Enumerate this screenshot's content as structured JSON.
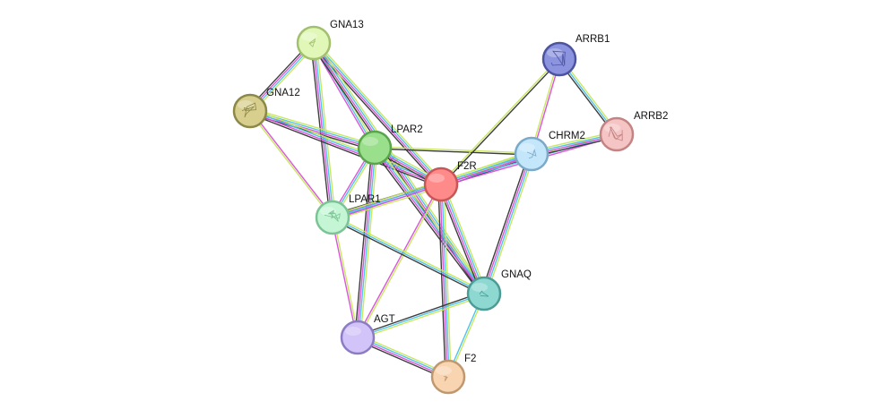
{
  "network": {
    "nodes": [
      {
        "id": "F2R",
        "label": "F2R",
        "fill": "#ff8a8a",
        "stroke": "#c85656",
        "glyph": "none"
      },
      {
        "id": "GNA13",
        "label": "GNA13",
        "fill": "#e0f7b8",
        "stroke": "#a2c06e",
        "glyph": "small"
      },
      {
        "id": "GNA12",
        "label": "GNA12",
        "fill": "#d8cf8e",
        "stroke": "#8c8848",
        "glyph": "dense"
      },
      {
        "id": "LPAR2",
        "label": "LPAR2",
        "fill": "#9ae08c",
        "stroke": "#5aa44c",
        "glyph": "none"
      },
      {
        "id": "LPAR1",
        "label": "LPAR1",
        "fill": "#c4f5d4",
        "stroke": "#7cc496",
        "glyph": "dense"
      },
      {
        "id": "CHRM2",
        "label": "CHRM2",
        "fill": "#c4e6fb",
        "stroke": "#7aaac8",
        "glyph": "small"
      },
      {
        "id": "ARRB1",
        "label": "ARRB1",
        "fill": "#8c94e0",
        "stroke": "#4c54a0",
        "glyph": "dense"
      },
      {
        "id": "ARRB2",
        "label": "ARRB2",
        "fill": "#f5c4c4",
        "stroke": "#c48484",
        "glyph": "dense"
      },
      {
        "id": "GNAQ",
        "label": "GNAQ",
        "fill": "#8ed8d2",
        "stroke": "#4c9c96",
        "glyph": "small"
      },
      {
        "id": "AGT",
        "label": "AGT",
        "fill": "#d2c4f8",
        "stroke": "#8c7cc4",
        "glyph": "none"
      },
      {
        "id": "F2",
        "label": "F2",
        "fill": "#f8d4b0",
        "stroke": "#c09870",
        "glyph": "small"
      }
    ],
    "edges": [
      {
        "source": "GNA13",
        "target": "GNA12",
        "colors": [
          "#c6e65a",
          "#48c0e8",
          "#d84cd8",
          "#333333"
        ]
      },
      {
        "source": "GNA13",
        "target": "LPAR2",
        "colors": [
          "#c6e65a",
          "#48c0e8",
          "#d84cd8"
        ]
      },
      {
        "source": "GNA13",
        "target": "LPAR1",
        "colors": [
          "#c6e65a",
          "#48c0e8",
          "#d84cd8",
          "#333333"
        ]
      },
      {
        "source": "GNA13",
        "target": "F2R",
        "colors": [
          "#c6e65a",
          "#48c0e8",
          "#d84cd8",
          "#333333"
        ]
      },
      {
        "source": "GNA13",
        "target": "GNAQ",
        "colors": [
          "#c6e65a",
          "#48c0e8",
          "#d84cd8",
          "#333333"
        ]
      },
      {
        "source": "GNA12",
        "target": "LPAR2",
        "colors": [
          "#c6e65a",
          "#48c0e8",
          "#d84cd8",
          "#333333"
        ]
      },
      {
        "source": "GNA12",
        "target": "LPAR1",
        "colors": [
          "#d84cd8",
          "#c6e65a"
        ]
      },
      {
        "source": "GNA12",
        "target": "F2R",
        "colors": [
          "#c6e65a",
          "#48c0e8",
          "#d84cd8",
          "#333333"
        ]
      },
      {
        "source": "LPAR2",
        "target": "F2R",
        "colors": [
          "#c6e65a",
          "#48c0e8",
          "#d84cd8",
          "#333333"
        ]
      },
      {
        "source": "LPAR2",
        "target": "LPAR1",
        "colors": [
          "#c6e65a",
          "#48c0e8",
          "#d84cd8"
        ]
      },
      {
        "source": "LPAR2",
        "target": "CHRM2",
        "colors": [
          "#c6e65a",
          "#333333"
        ]
      },
      {
        "source": "LPAR2",
        "target": "GNAQ",
        "colors": [
          "#c6e65a",
          "#48c0e8",
          "#d84cd8",
          "#333333"
        ]
      },
      {
        "source": "LPAR2",
        "target": "AGT",
        "colors": [
          "#c6e65a",
          "#48c0e8",
          "#d84cd8",
          "#333333"
        ]
      },
      {
        "source": "F2R",
        "target": "LPAR1",
        "colors": [
          "#c6e65a",
          "#48c0e8",
          "#d84cd8",
          "#333333"
        ]
      },
      {
        "source": "F2R",
        "target": "CHRM2",
        "colors": [
          "#c6e65a",
          "#48c0e8",
          "#d84cd8",
          "#333333"
        ]
      },
      {
        "source": "F2R",
        "target": "ARRB1",
        "colors": [
          "#c6e65a",
          "#333333"
        ]
      },
      {
        "source": "F2R",
        "target": "ARRB2",
        "colors": [
          "#c6e65a",
          "#48c0e8",
          "#d84cd8"
        ]
      },
      {
        "source": "F2R",
        "target": "GNAQ",
        "colors": [
          "#c6e65a",
          "#48c0e8",
          "#d84cd8",
          "#333333"
        ]
      },
      {
        "source": "F2R",
        "target": "AGT",
        "colors": [
          "#c6e65a",
          "#d84cd8"
        ]
      },
      {
        "source": "F2R",
        "target": "F2",
        "colors": [
          "#c6e65a",
          "#48c0e8",
          "#d84cd8",
          "#333333"
        ]
      },
      {
        "source": "LPAR1",
        "target": "CHRM2",
        "colors": [
          "#c6e65a",
          "#48c0e8",
          "#d84cd8"
        ]
      },
      {
        "source": "LPAR1",
        "target": "GNAQ",
        "colors": [
          "#c6e65a",
          "#48c0e8",
          "#333333"
        ]
      },
      {
        "source": "LPAR1",
        "target": "AGT",
        "colors": [
          "#c6e65a",
          "#d84cd8"
        ]
      },
      {
        "source": "CHRM2",
        "target": "ARRB1",
        "colors": [
          "#c6e65a",
          "#d84cd8"
        ]
      },
      {
        "source": "CHRM2",
        "target": "ARRB2",
        "colors": [
          "#c6e65a",
          "#48c0e8",
          "#d84cd8",
          "#333333"
        ]
      },
      {
        "source": "CHRM2",
        "target": "GNAQ",
        "colors": [
          "#c6e65a",
          "#48c0e8",
          "#d84cd8",
          "#333333"
        ]
      },
      {
        "source": "ARRB1",
        "target": "ARRB2",
        "colors": [
          "#c6e65a",
          "#48c0e8",
          "#333333"
        ]
      },
      {
        "source": "GNAQ",
        "target": "AGT",
        "colors": [
          "#c6e65a",
          "#48c0e8",
          "#333333"
        ]
      },
      {
        "source": "GNAQ",
        "target": "F2",
        "colors": [
          "#c6e65a",
          "#48c0e8"
        ]
      },
      {
        "source": "AGT",
        "target": "F2",
        "colors": [
          "#c6e65a",
          "#48c0e8",
          "#d84cd8",
          "#333333"
        ]
      }
    ]
  }
}
